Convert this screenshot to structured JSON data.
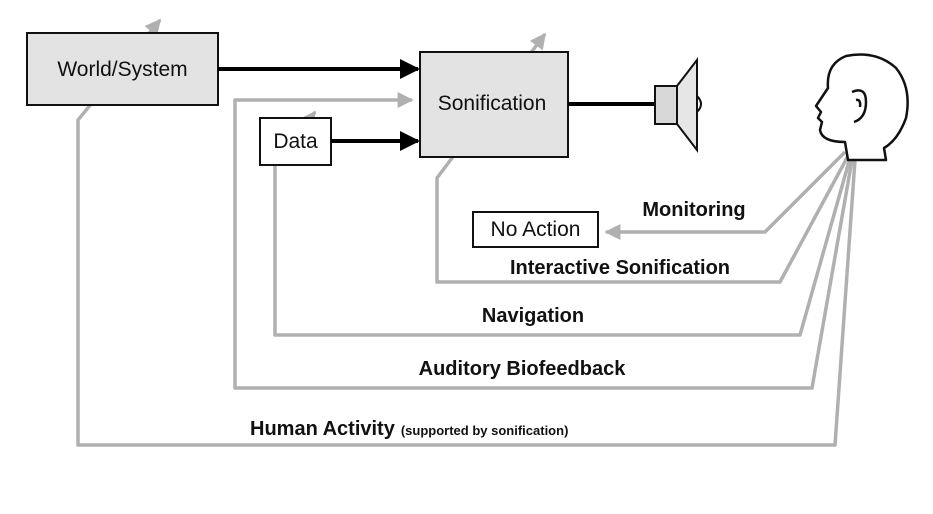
{
  "nodes": {
    "world_system": "World/System",
    "sonification": "Sonification",
    "data": "Data",
    "no_action": "No Action"
  },
  "loops": {
    "monitoring": "Monitoring",
    "interactive_sonification": "Interactive Sonification",
    "navigation": "Navigation",
    "auditory_biofeedback": "Auditory Biofeedback",
    "human_activity": "Human Activity",
    "human_activity_note": "(supported by sonification)"
  },
  "colors": {
    "box_fill": "#e3e3e3",
    "flow_arrow": "#000000",
    "feedback_line": "#b0b0b0",
    "outline": "#111111"
  },
  "icons": [
    "speaker-icon",
    "listener-head-icon"
  ]
}
